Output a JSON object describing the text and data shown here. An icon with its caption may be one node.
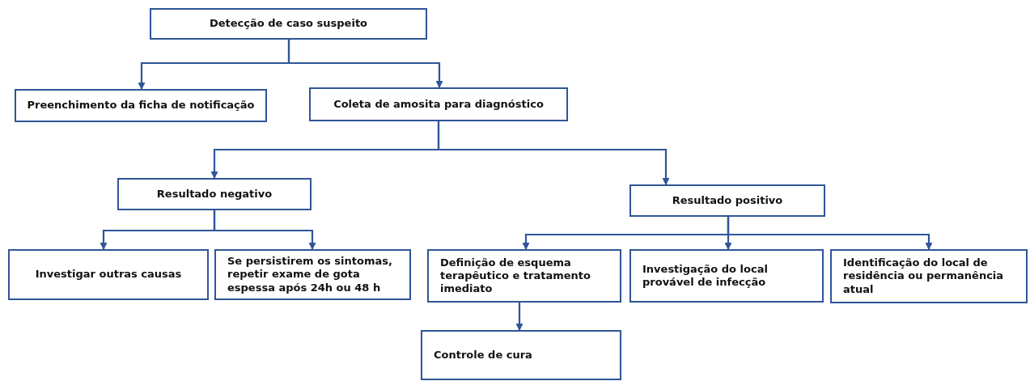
{
  "diagram": {
    "nodes": [
      {
        "text": [
          "Detecção de caso suspeito"
        ]
      },
      {
        "text": [
          "Preenchimento da ficha de notificação"
        ]
      },
      {
        "text": [
          "Coleta de amosita para diagnóstico"
        ]
      },
      {
        "text": [
          "Resultado negativo"
        ]
      },
      {
        "text": [
          "Resultado positivo"
        ]
      },
      {
        "text": [
          "Investigar outras causas"
        ]
      },
      {
        "text": [
          "Se persistirem os sintomas, repetir exame de gota espessa após 24h ou 48 h"
        ]
      },
      {
        "text": [
          "Definição de esquema terapêutico e tratamento imediato"
        ]
      },
      {
        "text": [
          "Investigação do local provável de infecção"
        ]
      },
      {
        "text": [
          "Identificação do local de residência ou permanência atual"
        ]
      },
      {
        "text": [
          "Controle de cura"
        ]
      }
    ],
    "edges": [
      {
        "from": 0,
        "to": 1,
        "arrow": "to"
      },
      {
        "from": 0,
        "to": 2,
        "arrow": "to"
      },
      {
        "from": 2,
        "to": 3,
        "arrow": "to"
      },
      {
        "from": 2,
        "to": 4,
        "arrow": "to"
      },
      {
        "from": 3,
        "to": 5,
        "arrow": "to"
      },
      {
        "from": 3,
        "to": 6,
        "arrow": "to"
      },
      {
        "from": 4,
        "to": 7,
        "arrow": "to"
      },
      {
        "from": 4,
        "to": 8,
        "arrow": "to"
      },
      {
        "from": 4,
        "to": 9,
        "arrow": "to"
      },
      {
        "from": 7,
        "to": 10,
        "arrow": "to"
      }
    ]
  }
}
